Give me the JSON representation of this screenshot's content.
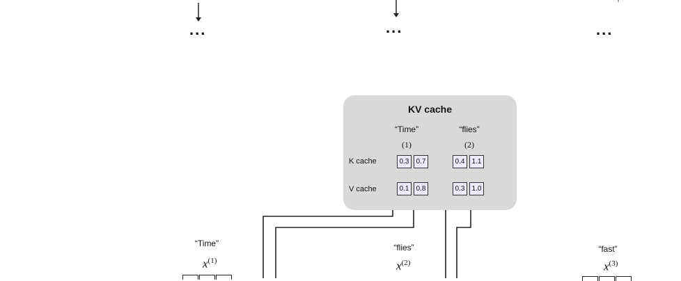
{
  "top_columns": [
    {
      "ellipsis": "..."
    },
    {
      "ellipsis": "..."
    },
    {
      "ellipsis": "..."
    }
  ],
  "kv_cache": {
    "title": "KV cache",
    "row_labels": {
      "k": "K cache",
      "v": "V cache"
    },
    "tokens": [
      {
        "word": "“Time”",
        "index": "(1)",
        "k": [
          "0.3",
          "0.7"
        ],
        "v": [
          "0.1",
          "0.8"
        ]
      },
      {
        "word": "“flies”",
        "index": "(2)",
        "k": [
          "0.4",
          "1.1"
        ],
        "v": [
          "0.3",
          "1.0"
        ]
      }
    ],
    "panel_color": "#d9d9d9",
    "cell_color": "#ecebff"
  },
  "inputs": [
    {
      "word": "“Time”",
      "var": "x",
      "sup": "(1)"
    },
    {
      "word": "“flies”",
      "var": "x",
      "sup": "(2)"
    },
    {
      "word": "“fast”",
      "var": "x",
      "sup": "(3)"
    }
  ]
}
